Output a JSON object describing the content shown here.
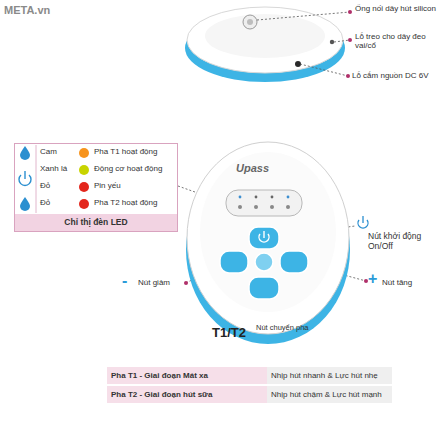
{
  "diagram": {
    "nodes": [
      {
        "text": [
          "Chỉ thị đèn LED"
        ]
      }
    ],
    "labels": [
      "META.vn",
      "Ống nối dây hút silicon",
      "Lỗ treo cho dây đeo vai/cổ",
      "Lỗ cắm nguồn DC 6V",
      "Cam",
      "Xanh lá",
      "Đỏ",
      "Đỏ",
      "Upass",
      "Nút khởi động On/Off",
      "-",
      "Nút giảm",
      "+",
      "Nút tăng",
      "T1/T2",
      "Nút chuyển pha",
      "Pha T1 - Giai đoạn Mát xa",
      "Nhịp hút nhanh & Lực hút nhẹ",
      "Pha T2 - Giai đoạn hút sữa",
      "Nhịp hút chậm & Lực hút mạnh"
    ],
    "legend": [
      {
        "text": "Pha T1 hoạt động",
        "color": "#f7941d"
      },
      {
        "text": "Động cơ hoạt động",
        "color": "#c8d400"
      },
      {
        "text": "Pin yếu",
        "color": "#e3261c"
      },
      {
        "text": "Pha T2 hoạt động",
        "color": "#e3261c"
      }
    ]
  }
}
